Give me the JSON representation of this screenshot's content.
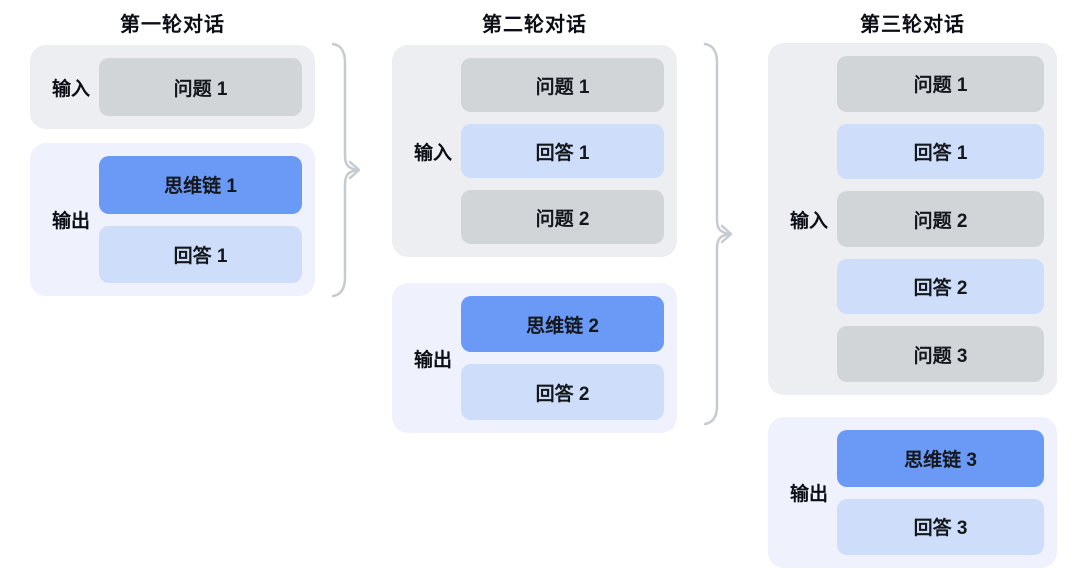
{
  "colors": {
    "background": "#ffffff",
    "question_box": "#d2d5d8",
    "answer_box": "#cdddfa",
    "chain_of_thought_box": "#6a9af5",
    "input_container": "#eceef2",
    "output_container": "#eff2fc",
    "text": "#111418",
    "brace_arrow": "#c6cad1"
  },
  "columns": [
    {
      "title": "第一轮对话",
      "input_label": "输入",
      "output_label": "输出",
      "input_boxes": [
        {
          "label": "问题 1",
          "type": "question"
        }
      ],
      "output_boxes": [
        {
          "label": "思维链 1",
          "type": "chain_of_thought"
        },
        {
          "label": "回答 1",
          "type": "answer"
        }
      ]
    },
    {
      "title": "第二轮对话",
      "input_label": "输入",
      "output_label": "输出",
      "input_boxes": [
        {
          "label": "问题 1",
          "type": "question"
        },
        {
          "label": "回答 1",
          "type": "answer"
        },
        {
          "label": "问题 2",
          "type": "question"
        }
      ],
      "output_boxes": [
        {
          "label": "思维链 2",
          "type": "chain_of_thought"
        },
        {
          "label": "回答 2",
          "type": "answer"
        }
      ]
    },
    {
      "title": "第三轮对话",
      "input_label": "输入",
      "output_label": "输出",
      "input_boxes": [
        {
          "label": "问题 1",
          "type": "question"
        },
        {
          "label": "回答 1",
          "type": "answer"
        },
        {
          "label": "问题 2",
          "type": "question"
        },
        {
          "label": "回答 2",
          "type": "answer"
        },
        {
          "label": "问题 3",
          "type": "question"
        }
      ],
      "output_boxes": [
        {
          "label": "思维链 3",
          "type": "chain_of_thought"
        },
        {
          "label": "回答 3",
          "type": "answer"
        }
      ]
    }
  ],
  "arrows": [
    {
      "name": "round1-to-round2",
      "shape": "curly-brace-with-arrowhead"
    },
    {
      "name": "round2-to-round3",
      "shape": "curly-brace-with-arrowhead"
    }
  ]
}
